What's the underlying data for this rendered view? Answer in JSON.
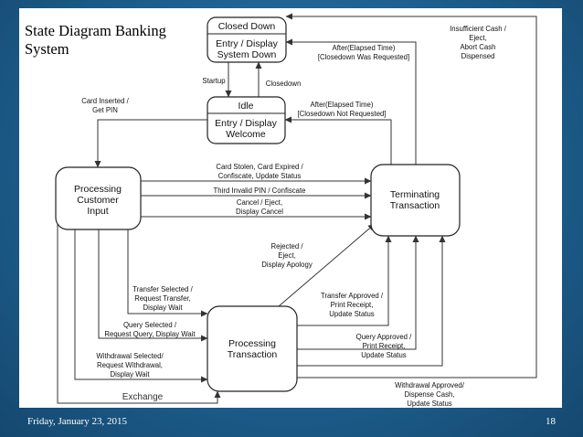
{
  "slide": {
    "title": "State Diagram Banking\nSystem",
    "footer_date": "Friday, January 23, 2015",
    "page_number": "18"
  },
  "states": {
    "closed_down": {
      "name": "Closed Down",
      "entry_1": "Entry / Display",
      "entry_2": "System Down"
    },
    "idle": {
      "name": "Idle",
      "entry_1": "Entry / Display",
      "entry_2": "Welcome"
    },
    "processing_customer_input": {
      "line_1": "Processing",
      "line_2": "Customer",
      "line_3": "Input"
    },
    "terminating_transaction": {
      "line_1": "Terminating",
      "line_2": "Transaction"
    },
    "processing_transaction": {
      "line_1": "Processing",
      "line_2": "Transaction"
    }
  },
  "transitions": {
    "startup": "Startup",
    "closedown": "Closedown",
    "after_closedown_requested": {
      "line_1": "After(Elapsed Time)",
      "line_2": "[Closedown Was Requested]"
    },
    "after_closedown_not_requested": {
      "line_1": "After(Elapsed Time)",
      "line_2": "[Closedown Not Requested]"
    },
    "insufficient_cash": {
      "line_1": "Insufficient Cash /",
      "line_2": "Eject,",
      "line_3": "Abort Cash",
      "line_4": "Dispensed"
    },
    "card_inserted": {
      "line_1": "Card Inserted /",
      "line_2": "Get PIN"
    },
    "card_stolen": {
      "line_1": "Card Stolen, Card Expired /",
      "line_2": "Confiscate, Update Status"
    },
    "third_invalid_pin": "Third Invalid PIN / Confiscate",
    "cancel": {
      "line_1": "Cancel / Eject,",
      "line_2": "Display Cancel"
    },
    "rejected": {
      "line_1": "Rejected /",
      "line_2": "Eject,",
      "line_3": "Display Apology"
    },
    "transfer_selected": {
      "line_1": "Transfer Selected /",
      "line_2": "Request Transfer,",
      "line_3": "Display Wait"
    },
    "query_selected": {
      "line_1": "Query Selected /",
      "line_2": "Request Query, Display Wait"
    },
    "withdrawal_selected": {
      "line_1": "Withdrawal Selected/",
      "line_2": "Request Withdrawal,",
      "line_3": "Display Wait"
    },
    "exchange": "Exchange",
    "transfer_approved": {
      "line_1": "Transfer Approved /",
      "line_2": "Print Receipt,",
      "line_3": "Update Status"
    },
    "query_approved": {
      "line_1": "Query Approved /",
      "line_2": "Print Receipt,",
      "line_3": "Update Status"
    },
    "withdrawal_approved": {
      "line_1": "Withdrawal Approved/",
      "line_2": "Dispense Cash,",
      "line_3": "Update Status"
    }
  }
}
